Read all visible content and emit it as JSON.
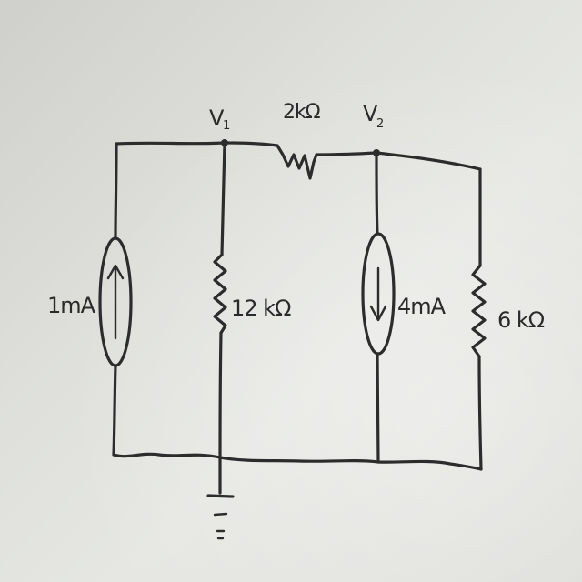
{
  "diagram": {
    "nodes": {
      "v1": {
        "label": "V",
        "subscript": "1"
      },
      "v2": {
        "label": "V",
        "subscript": "2"
      }
    },
    "components": {
      "current_source_left": {
        "label": "1mA",
        "direction": "up"
      },
      "resistor_12k": {
        "label": "12 kΩ"
      },
      "resistor_2k": {
        "label": "2kΩ"
      },
      "current_source_right": {
        "label": "4mA",
        "direction": "down"
      },
      "resistor_6k": {
        "label": "6 kΩ"
      }
    },
    "ground": {
      "present": true
    }
  }
}
